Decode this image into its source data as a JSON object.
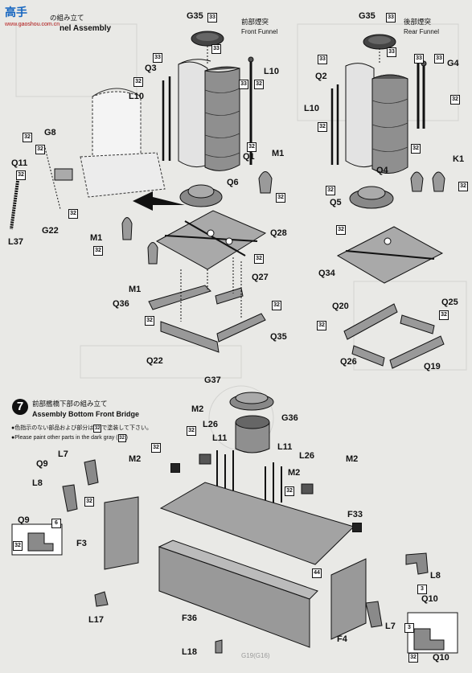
{
  "header": {
    "watermark_logo": "高手",
    "section_title_jp": "の組み立て",
    "section_title_en": "nel Assembly",
    "watermark_url": "www.gaoshou.com.cn"
  },
  "front_funnel": {
    "title_jp": "前部煙突",
    "title_en": "Front Funnel"
  },
  "rear_funnel": {
    "title_jp": "後部煙突",
    "title_en": "Rear Funnel"
  },
  "step7": {
    "number": "7",
    "title_jp": "前部艦橋下部の組み立て",
    "title_en": "Assembly Bottom Front Bridge",
    "note1": "●色指示のない部品および部分は",
    "note1_badge": "32",
    "note1_tail": "で塗装して下さい。",
    "note2": "●Please paint other parts in the dark gray (",
    "note2_badge": "32",
    "note2_tail": ")"
  },
  "parts": {
    "G35a": "G35",
    "G35b": "G35",
    "Q3": "Q3",
    "L10a": "L10",
    "L10b": "L10",
    "L10c": "L10",
    "Q1": "Q1",
    "M1a": "M1",
    "Q6": "Q6",
    "G8": "G8",
    "Q11a": "Q11",
    "G22": "G22",
    "L37": "L37",
    "M1b": "M1",
    "M1c": "M1",
    "Q28": "Q28",
    "Q27": "Q27",
    "Q36": "Q36",
    "Q35": "Q35",
    "Q22": "Q22",
    "Q2": "Q2",
    "G4": "G4",
    "K1": "K1",
    "Q4": "Q4",
    "Q5": "Q5",
    "Q34": "Q34",
    "Q20": "Q20",
    "Q25": "Q25",
    "Q26": "Q26",
    "Q19": "Q19",
    "G37": "G37",
    "G36": "G36",
    "M2a": "M2",
    "L26a": "L26",
    "L11a": "L11",
    "M2b": "M2",
    "L7a": "L7",
    "Q9a": "Q9",
    "L8a": "L8",
    "L11b": "L11",
    "L26b": "L26",
    "M2c": "M2",
    "M2d": "M2",
    "F33": "F33",
    "Q9b": "Q9",
    "F3": "F3",
    "L8b": "L8",
    "Q10a": "Q10",
    "L17": "L17",
    "F36": "F36",
    "F4": "F4",
    "L7b": "L7",
    "L18": "L18",
    "Q10b": "Q10"
  },
  "paint_codes": {
    "c33": "33",
    "c32": "32",
    "c44": "44",
    "c6": "6",
    "c3": "3"
  },
  "faded_text": "G19(G16)"
}
